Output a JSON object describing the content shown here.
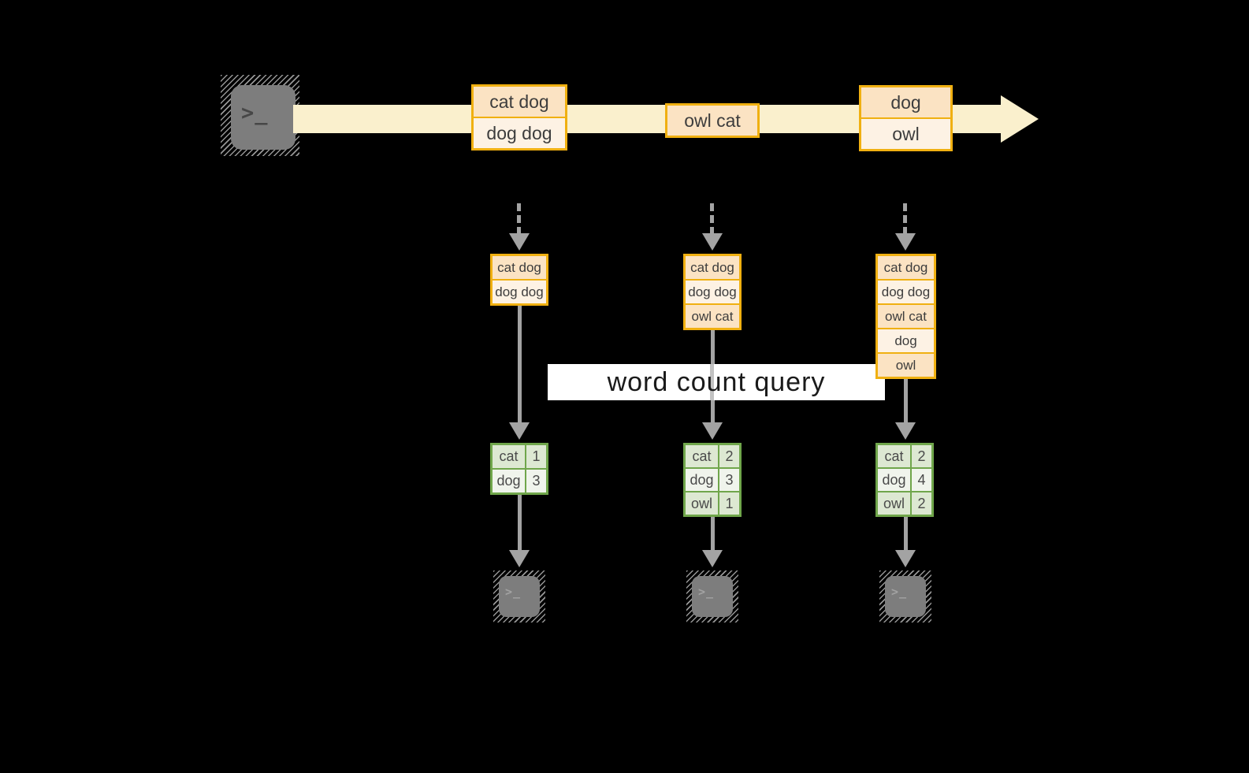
{
  "query_label": "word count query",
  "terminal_glyph": ">_",
  "timeline_events": [
    {
      "lines": [
        "cat dog",
        "dog dog"
      ]
    },
    {
      "lines": [
        "owl cat"
      ]
    },
    {
      "lines": [
        "dog",
        "owl"
      ]
    }
  ],
  "columns": [
    {
      "buffer": [
        "cat dog",
        "dog dog"
      ],
      "counts": [
        [
          "cat",
          "1"
        ],
        [
          "dog",
          "3"
        ]
      ]
    },
    {
      "buffer": [
        "cat dog",
        "dog dog",
        "owl cat"
      ],
      "counts": [
        [
          "cat",
          "2"
        ],
        [
          "dog",
          "3"
        ],
        [
          "owl",
          "1"
        ]
      ]
    },
    {
      "buffer": [
        "cat dog",
        "dog dog",
        "owl cat",
        "dog",
        "owl"
      ],
      "counts": [
        [
          "cat",
          "2"
        ],
        [
          "dog",
          "4"
        ],
        [
          "owl",
          "2"
        ]
      ]
    }
  ],
  "colors": {
    "background": "#000000",
    "stream_band": "#faf0cd",
    "event_border": "#f0b011",
    "event_fill_dark": "#fbe3c3",
    "event_fill_light": "#fdf2e4",
    "table_border": "#70a64b",
    "table_fill_dark": "#dde8d2",
    "table_fill_light": "#f0f4ec",
    "arrow_gray": "#a3a3a3",
    "terminal_gray": "#7d7d7d",
    "query_banner_bg": "#ffffff"
  }
}
